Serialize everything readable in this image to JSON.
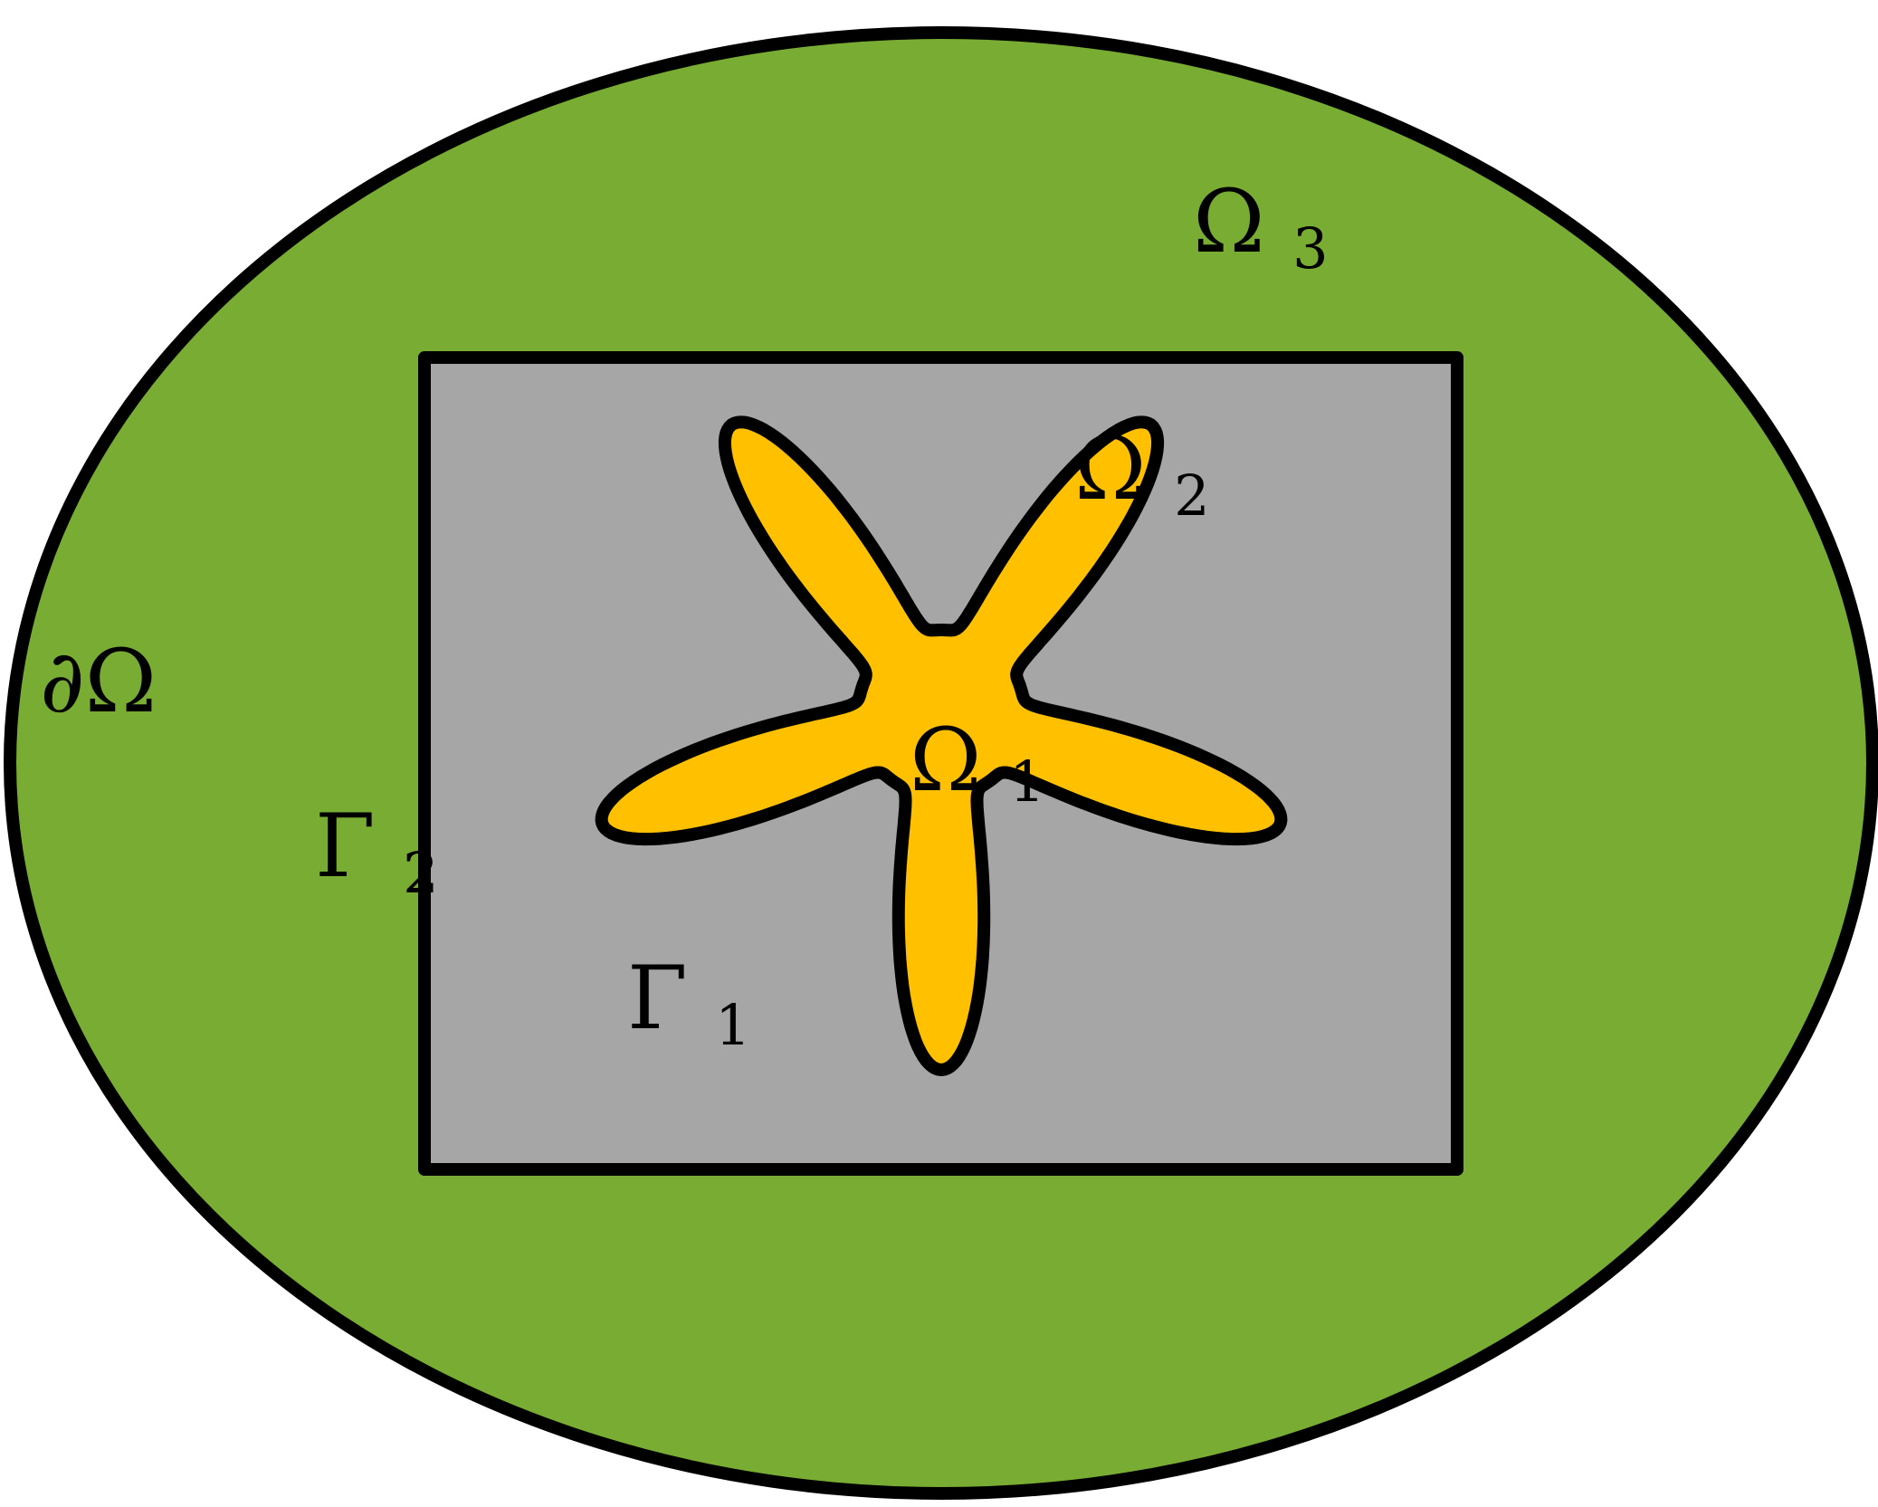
{
  "diagram": {
    "regions": {
      "outer": {
        "label": "Ω",
        "subscript": "3",
        "color": "#79AC33"
      },
      "middle": {
        "label": "Ω",
        "subscript": "2",
        "color": "#A6A6A6"
      },
      "inner": {
        "label": "Ω",
        "subscript": "1",
        "color": "#FFC000"
      }
    },
    "boundaries": {
      "outer": {
        "label": "∂Ω"
      },
      "rectangle": {
        "label": "Γ",
        "subscript": "2"
      },
      "star": {
        "label": "Γ",
        "subscript": "1"
      }
    },
    "stroke_color": "#000000"
  }
}
